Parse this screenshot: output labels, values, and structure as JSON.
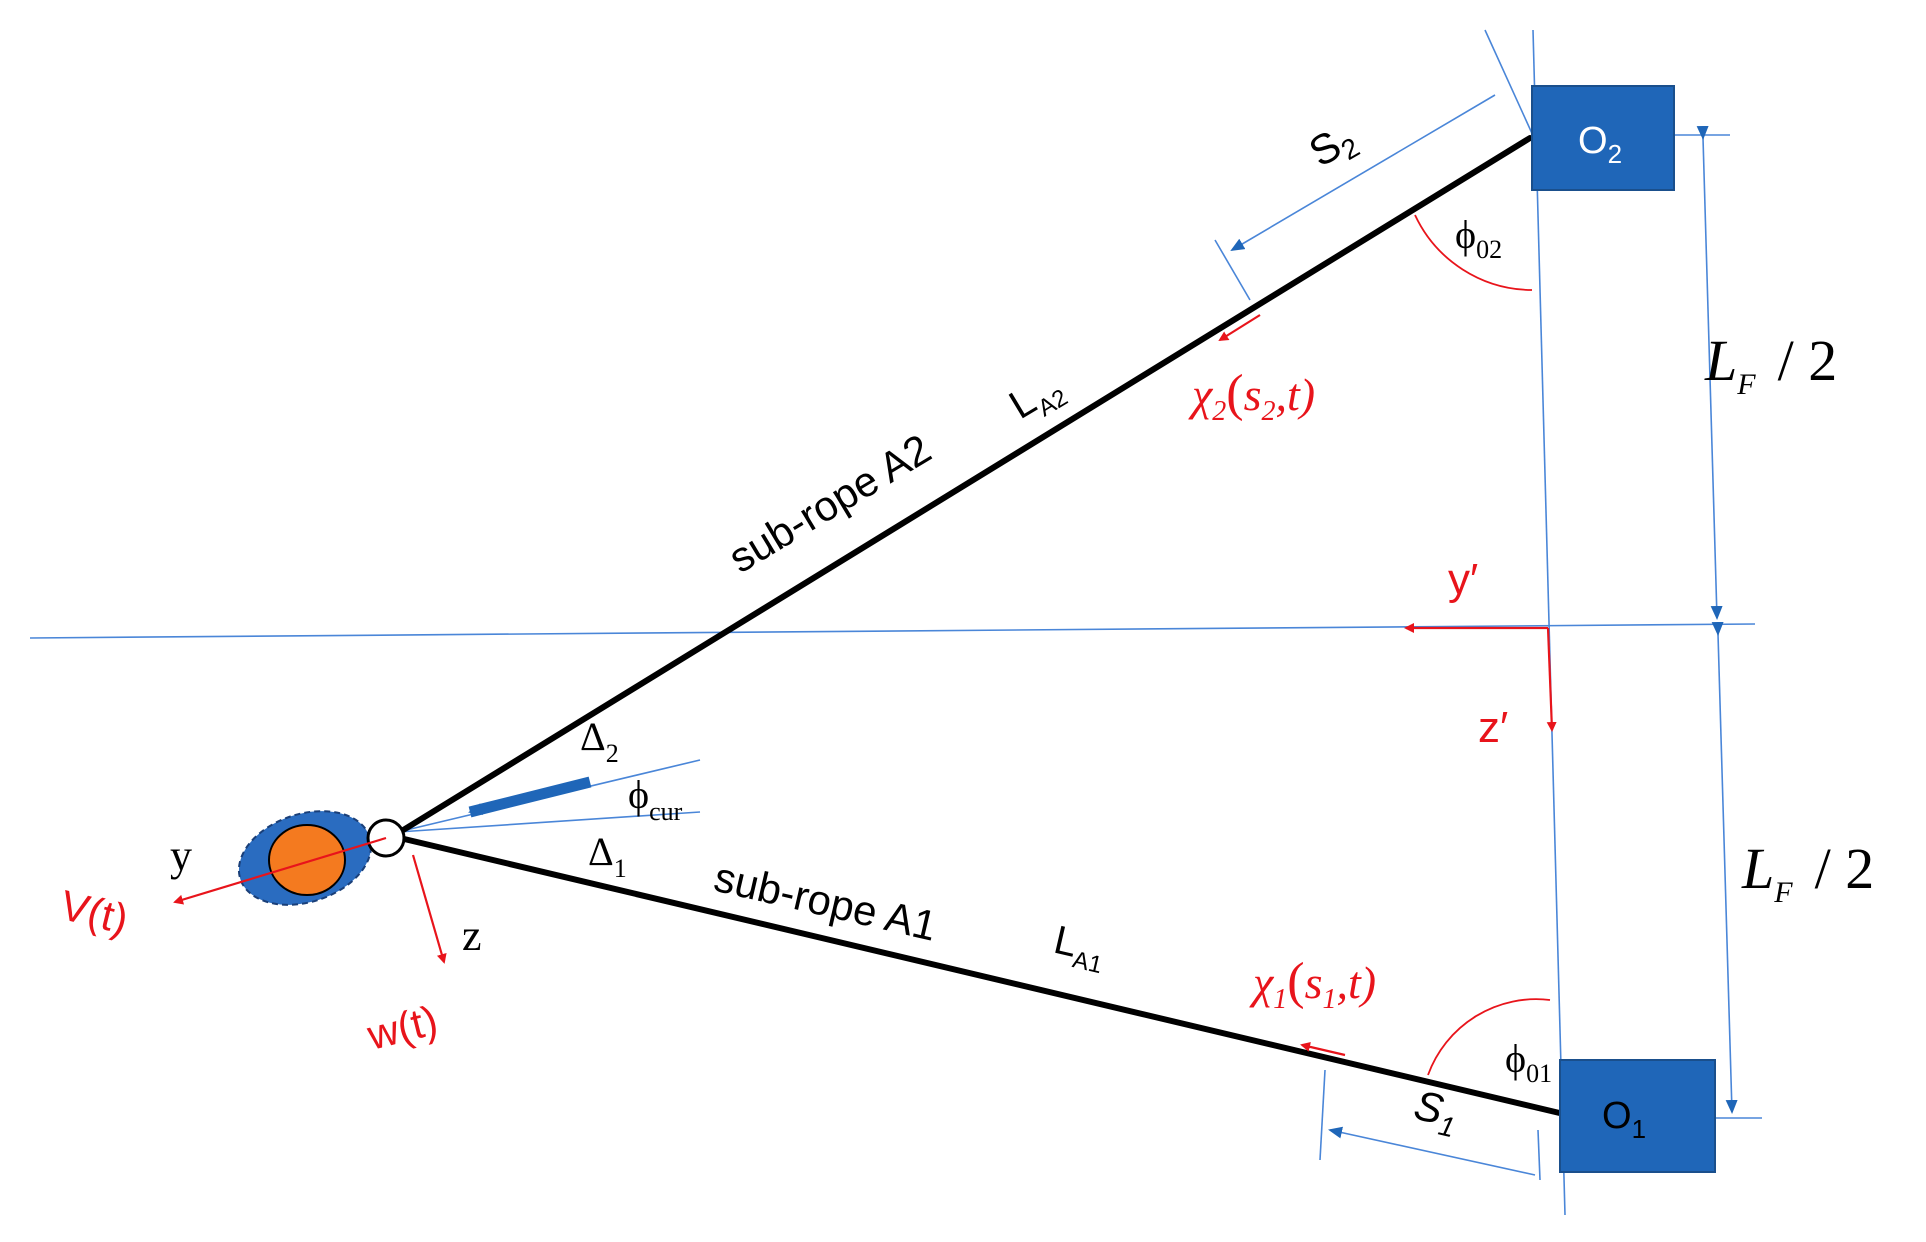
{
  "colors": {
    "rope": "#000000",
    "guide": "#4a86d8",
    "anchor_fill": "#1f66b8",
    "anchor_stroke": "#1a4f8c",
    "red": "#e8141b",
    "vehicle_outer": "#2a6cc0",
    "vehicle_inner": "#f47a1f"
  },
  "anchors": {
    "o2": {
      "base": "O",
      "sub": "2"
    },
    "o1": {
      "base": "O",
      "sub": "1"
    }
  },
  "ropes": {
    "a2": {
      "label": "sub-rope A2",
      "length_base": "L",
      "length_sub": "A2"
    },
    "a1": {
      "label": "sub-rope A1",
      "length_base": "L",
      "length_sub": "A1"
    }
  },
  "arc_lengths": {
    "s2": {
      "base": "S",
      "sub": "2"
    },
    "s1": {
      "base": "S",
      "sub": "1"
    }
  },
  "angles": {
    "phi02": {
      "base": "ϕ",
      "sub": "02"
    },
    "phi01": {
      "base": "ϕ",
      "sub": "01"
    },
    "phicur": {
      "base": "ϕ",
      "sub": "cur"
    },
    "delta2": {
      "base": "Δ",
      "sub": "2"
    },
    "delta1": {
      "base": "Δ",
      "sub": "1"
    }
  },
  "displacements": {
    "chi2": {
      "symbol": "χ",
      "sub": "2",
      "open": "(",
      "arg": "s",
      "arg_sub": "2",
      "rest": ",t)"
    },
    "chi1": {
      "symbol": "χ",
      "sub": "1",
      "open": "(",
      "arg": "s",
      "arg_sub": "1",
      "rest": ",t)"
    }
  },
  "half_spacing": {
    "base": "L",
    "sub": "F",
    "rest": "/ 2"
  },
  "axes": {
    "y_prime": "y′",
    "z_prime": "z′",
    "y": "y",
    "z": "z"
  },
  "motions": {
    "v": "V(t)",
    "w": "w(t)"
  }
}
